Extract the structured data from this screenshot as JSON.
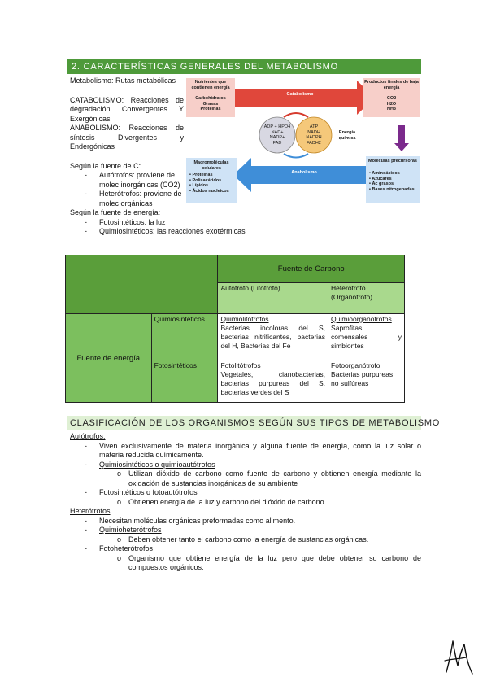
{
  "section1": {
    "title": "2.  CARACTERÍSTICAS GENERALES DEL METABOLISMO",
    "lines": [
      "Metabolismo: Rutas metabólicas",
      "CATABOLISMO: Reacciones de degradación Convergentes Y Exergónicas",
      "ANABOLISMO: Reacciones de síntesis Divergentes y Endergónicas",
      "Según la fuente de C:",
      "Autótrofos: proviene de molec inorgánicas (CO2)",
      "Heterótrofos: proviene de molec orgánicas",
      "Según la fuente de energía:",
      "Fotosintéticos: la luz",
      "Quimiosintéticos: las reacciones exotérmicas"
    ]
  },
  "diagram": {
    "nutrients": "Nutrientes que contienen energía",
    "nutrients_items": "Carbohidratos\nGrasas\nProteínas",
    "catabolismo": "Catabolismo",
    "products": "Productos finales de baja energía",
    "products_items": "CO2\nH2O\nNH3",
    "adp": "ADP + HPO4\nNAD+\nNADP+\nFAD",
    "atp": "ATP\nNADH\nNADPH\nFADH2",
    "energia": "Energía química",
    "macro": "Macromoléculas celulares",
    "macro_items": "• Proteínas\n• Polisacáridos\n• Lípidos\n• Ácidos nucleicos",
    "anabolismo": "Anabolismo",
    "precursors": "Moléculas precursoras",
    "precursors_items": "• Aminoácidos\n• Azúcares\n• Ác grasos\n• Bases nitrogenadas"
  },
  "table": {
    "header_carbon": "Fuente de Carbono",
    "autotrofo": "Autótrofo (Litótrofo)",
    "heterotrofo": "Heterótrofo (Organótrofo)",
    "fuente_energia": "Fuente de energía",
    "quimio": "Quimiosintéticos",
    "foto": "Fotosintéticos",
    "quimiolito_title": "Quimiolitótrofos",
    "quimiolito_text": "Bacterias incoloras del S, bacterias nitrificantes, bacterias del H, Bacterias del Fe",
    "quimioorgano_title": "Quimioorganótrofos",
    "quimioorgano_text": "Saprofitas, comensales y simbiontes",
    "fotolito_title": "Fotolitótrofos",
    "fotolito_text": "Vegetales, cianobacterias, bacterias purpureas del S, bacterias verdes del S",
    "fotoorgano_title": "Fotoorganótrofo",
    "fotoorgano_text": "Bacterias purpureas no sulfúreas"
  },
  "section2": {
    "title": "CLASIFICACIÓN DE LOS ORGANISMOS SEGÚN SUS TIPOS DE METABOLISMO",
    "autotrofos": "Autótrofos:",
    "auto_l1": "Viven exclusivamente de materia inorgánica y alguna fuente de energía, como la luz solar o materia reducida químicamente.",
    "quimio_title": "Quimiosintéticos o quimioautótrofos",
    "quimio_text": "Utilizan dióxido de carbono como fuente de carbono y obtienen energía mediante la oxidación de sustancias inorgánicas de su ambiente",
    "foto_title": "Fotosintéticos o fotoautótrofos",
    "foto_text": "Obtienen energía de la luz y carbono del dióxido de carbono",
    "heterotrofos": "Heterótrofos",
    "hetero_l1": "Necesitan moléculas orgánicas preformadas como alimento.",
    "quimiohet_title": "Quimioheterótrofos",
    "quimiohet_text": "Deben obtener tanto el carbono como la energía de sustancias orgánicas.",
    "fotohet_title": "Fotoheterótrofos",
    "fotohet_text": "Organismo que obtiene energía de la luz pero que debe obtener su carbono de compuestos orgánicos."
  },
  "colors": {
    "header_green": "#4e9a3a",
    "header2_bg": "#dff0d4",
    "table_dark": "#5a9e3a",
    "table_mid": "#7cbf5e",
    "table_light": "#a9d98d"
  }
}
